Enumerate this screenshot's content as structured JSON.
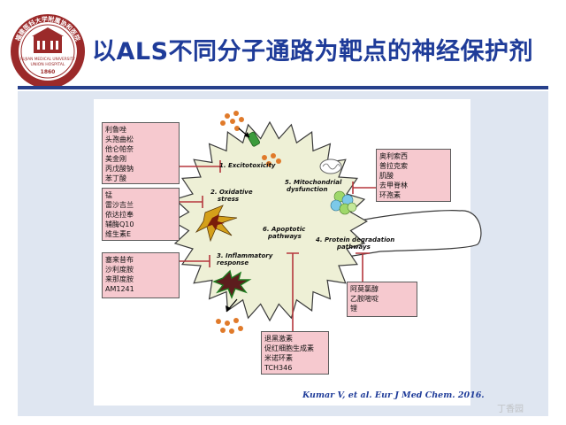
{
  "title": "以ALS不同分子通路为靶点的神经保护剂",
  "logo": {
    "emblem": "hospital-emblem",
    "text_top": "福建医科大学附属协和医院",
    "text_en1": "FUJIAN MEDICAL UNIVERSITY",
    "text_en2": "UNION HOSPITAL",
    "year": "1860"
  },
  "colors": {
    "title": "#1f3c99",
    "panel": "#dfe6f1",
    "box_fill": "#f6c9cf",
    "inhibitor_line": "#b5373d",
    "cell_fill": "#eef0d6"
  },
  "pathways": {
    "p1": "1. Excitotoxicity",
    "p2": [
      "2. Oxidative",
      "stress"
    ],
    "p3": [
      "3. Inflammatory",
      "response"
    ],
    "p4": [
      "4. Protein degradation",
      "pathways"
    ],
    "p5": [
      "5. Mitochondrial",
      "dysfunction"
    ],
    "p6": [
      "6. Apoptotic",
      "pathways"
    ]
  },
  "drug_boxes": {
    "excitotoxicity": [
      "利鲁唑",
      "头孢曲松",
      "他仑帕奈",
      "美金刚",
      "丙戊酸钠",
      "苯丁酸"
    ],
    "oxidative": [
      "锰",
      "雷沙吉兰",
      "依达拉奉",
      "辅酶Q10",
      "维生素E"
    ],
    "inflammatory": [
      "塞来昔布",
      "沙利度胺",
      "来那度胺",
      "AM1241"
    ],
    "mitochondrial": [
      "奥利索西",
      "普拉克索",
      "肌酸",
      "去甲脊林",
      "环孢素"
    ],
    "protein": [
      "阿莫氯醇",
      "乙胺嘧啶",
      "锂"
    ],
    "apoptotic": [
      "退黑激素",
      "促红细胞生成素",
      "米诺环素",
      "TCH346"
    ]
  },
  "citation": "Kumar V, et al. Eur J Med Chem. 2016.",
  "watermark": "丁香园"
}
